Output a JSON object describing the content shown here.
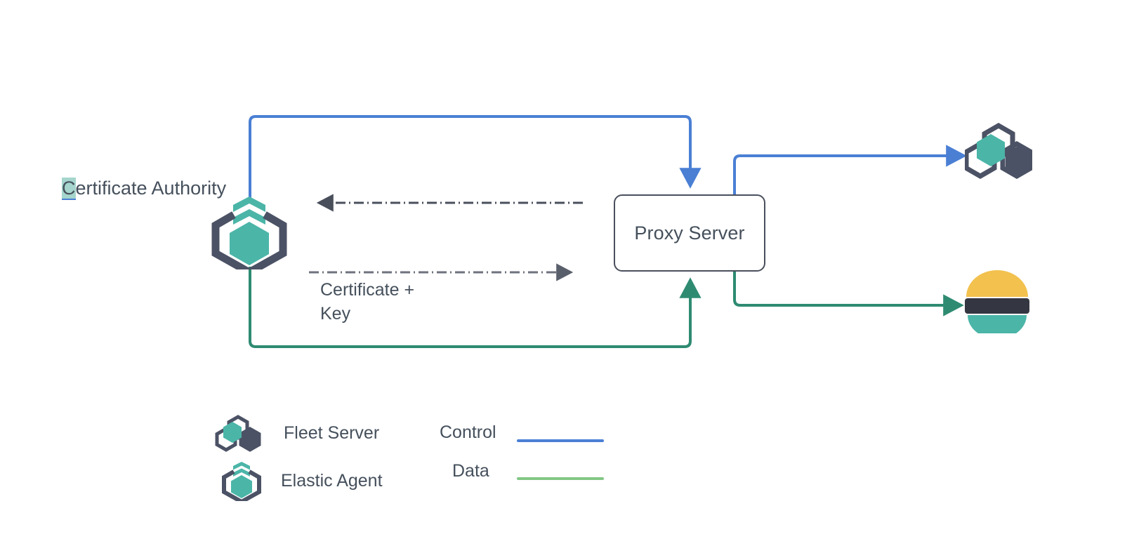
{
  "diagram": {
    "title": "Elastic Agent / Fleet Server proxy certificate flow",
    "background": "#ffffff",
    "colors": {
      "control_blue": "#4a7fd4",
      "data_green": "#2e8b72",
      "legend_data_green": "#82c785",
      "node_border": "#4a4f5c",
      "text": "#45505c",
      "elastic_teal": "#4bb5a8",
      "elastic_dark": "#4c5265",
      "elastic_yellow": "#f2c14e",
      "selection_highlight": "#a5d5cc"
    }
  },
  "nodes": {
    "certificate_authority": {
      "label": "Certificate Authority",
      "label_selected_char": "C",
      "label_rest": "ertificate Authority",
      "icon": "elastic-agent-icon"
    },
    "proxy_server": {
      "label": "Proxy Server"
    },
    "fleet_server": {
      "icon": "fleet-server-icon"
    },
    "elasticsearch": {
      "icon": "elasticsearch-icon"
    }
  },
  "edges": [
    {
      "name": "ca-to-proxy-control",
      "style": "solid",
      "color": "#4a7fd4",
      "label": "",
      "from": "certificate-authority",
      "to": "proxy-server"
    },
    {
      "name": "proxy-to-fleet-control",
      "style": "solid",
      "color": "#4a7fd4",
      "label": "",
      "from": "proxy-server",
      "to": "fleet-server"
    },
    {
      "name": "ca-to-proxy-data",
      "style": "solid",
      "color": "#2e8b72",
      "label": "",
      "from": "certificate-authority",
      "to": "proxy-server"
    },
    {
      "name": "proxy-to-elasticsearch-data",
      "style": "solid",
      "color": "#2e8b72",
      "label": "",
      "from": "proxy-server",
      "to": "elasticsearch"
    },
    {
      "name": "proxy-to-ca-request",
      "style": "dash-dot",
      "color": "#4a4f5c",
      "label": "",
      "from": "proxy-server",
      "to": "certificate-authority"
    },
    {
      "name": "ca-to-proxy-certificate-key",
      "style": "dash-dot",
      "color": "#808490",
      "label": "Certificate +\nKey",
      "label_line1": "Certificate +",
      "label_line2": "Key",
      "from": "certificate-authority",
      "to": "proxy-server"
    }
  ],
  "legend": {
    "items": [
      {
        "name": "fleet-server",
        "label": "Fleet Server",
        "icon": "fleet-server-icon"
      },
      {
        "name": "elastic-agent",
        "label": "Elastic Agent",
        "icon": "elastic-agent-icon"
      }
    ],
    "lines": [
      {
        "name": "control",
        "label": "Control",
        "color": "#4a7fd4"
      },
      {
        "name": "data",
        "label": "Data",
        "color": "#82c785"
      }
    ]
  }
}
